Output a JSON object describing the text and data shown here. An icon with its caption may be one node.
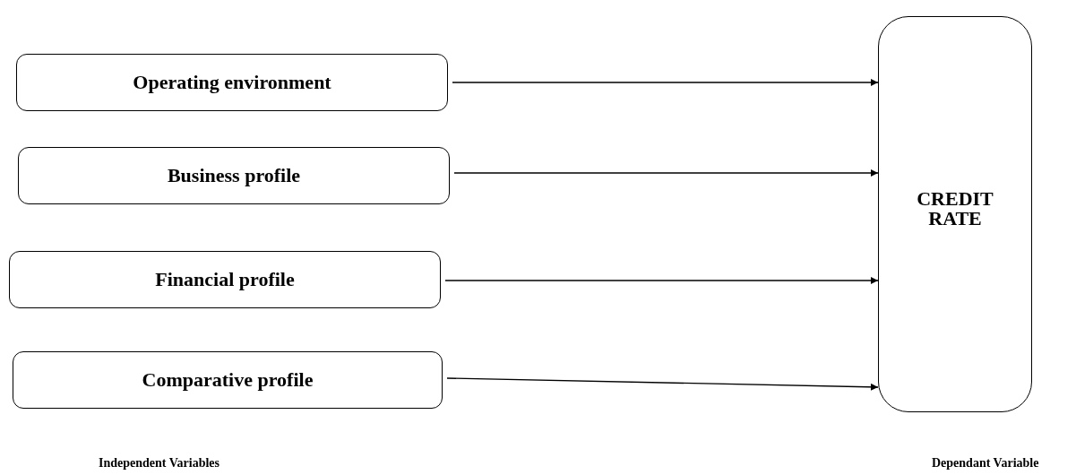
{
  "diagram": {
    "nodes": [
      {
        "text": [
          "Operating environment"
        ]
      },
      {
        "text": [
          "Business profile"
        ]
      },
      {
        "text": [
          "Financial profile"
        ]
      },
      {
        "text": [
          "Comparative profile"
        ]
      },
      {
        "text": [
          "CREDIT RATE"
        ]
      }
    ],
    "edges": [
      {
        "from": 0,
        "to": 4,
        "arrow": "to"
      },
      {
        "from": 1,
        "to": 4,
        "arrow": "to"
      },
      {
        "from": 2,
        "to": 4,
        "arrow": "to"
      },
      {
        "from": 3,
        "to": 4,
        "arrow": "to"
      }
    ],
    "labels": [
      "Independent Variables",
      "Dependant Variable"
    ]
  }
}
